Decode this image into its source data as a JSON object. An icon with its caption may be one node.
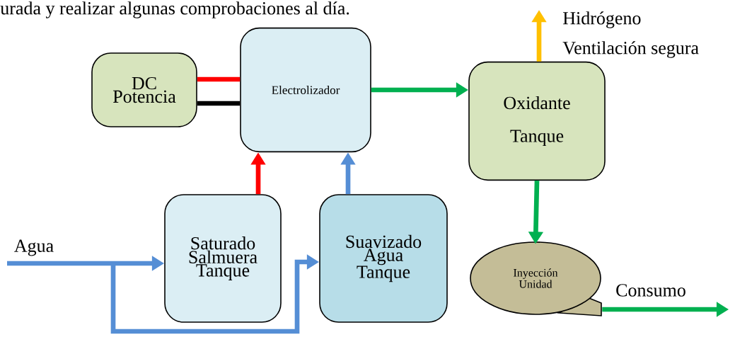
{
  "diagram": {
    "nodes": [
      {
        "text": [
          "DC Potencia"
        ]
      },
      {
        "text": [
          "Electrolizador"
        ]
      },
      {
        "text": [
          "Oxidante",
          "Tanque"
        ]
      },
      {
        "text": [
          "Saturado Salmuera Tanque"
        ]
      },
      {
        "text": [
          "Suavizado Agua Tanque"
        ]
      },
      {
        "text": [
          "Inyección Unidad"
        ]
      }
    ],
    "edges": [
      {
        "from": 0,
        "to": 1,
        "arrow": "none",
        "color": "#ff0000"
      },
      {
        "from": 0,
        "to": 1,
        "arrow": "none",
        "color": "#000000"
      },
      {
        "from": 1,
        "to": 2,
        "arrow": "to",
        "color": "#00b050"
      },
      {
        "from": 2,
        "to": null,
        "arrow": "to",
        "color": "#ffc000"
      },
      {
        "from": 2,
        "to": 5,
        "arrow": "to",
        "color": "#00b050"
      },
      {
        "from": 5,
        "to": null,
        "arrow": "to",
        "color": "#00b050",
        "label": "Consumo"
      },
      {
        "from": null,
        "to": 3,
        "arrow": "to",
        "color": "#558ed5",
        "label": "Agua"
      },
      {
        "from": null,
        "to": 4,
        "arrow": "to",
        "color": "#558ed5"
      },
      {
        "from": 3,
        "to": 1,
        "arrow": "to",
        "color": "#ff0000"
      },
      {
        "from": 4,
        "to": 1,
        "arrow": "to",
        "color": "#558ed5"
      }
    ],
    "labels": [
      "urada y realizar algunas comprobaciones al día.",
      "Hidrógeno",
      "Ventilación segura"
    ]
  }
}
